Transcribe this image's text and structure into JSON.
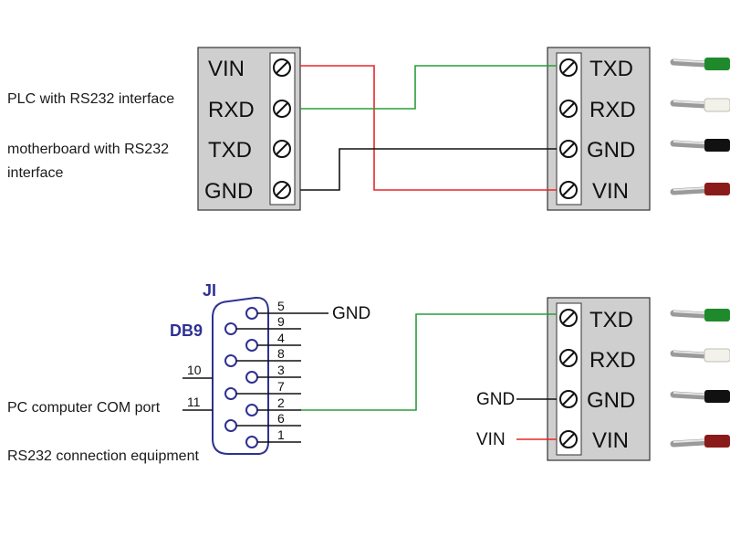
{
  "side_labels": {
    "plc": "PLC with RS232 interface",
    "motherboard": "motherboard with RS232\ninterface",
    "pc_com": "PC computer COM port",
    "rs232_equipment": "RS232 connection equipment"
  },
  "top_left_block": {
    "labels": [
      "VIN",
      "RXD",
      "TXD",
      "GND"
    ]
  },
  "top_right_block": {
    "labels": [
      "TXD",
      "RXD",
      "GND",
      "VIN"
    ]
  },
  "bottom_right_block": {
    "labels": [
      "TXD",
      "RXD",
      "GND",
      "VIN"
    ]
  },
  "db9": {
    "title": "JI",
    "type": "DB9",
    "pin_numbers": [
      "5",
      "9",
      "4",
      "8",
      "3",
      "7",
      "2",
      "6",
      "1"
    ],
    "shell_numbers": [
      "10",
      "11"
    ],
    "gnd_label": "GND"
  },
  "external_labels": {
    "gnd": "GND",
    "vin": "VIN"
  },
  "colors": {
    "red_wire": "#e8262a",
    "green_wire": "#2a9d3a",
    "black_wire": "#111111",
    "block_fill": "#cfcfcf",
    "db9_blue": "#2e3192",
    "ferrule_green": "#1f8a2c",
    "ferrule_white": "#f2f2ea",
    "ferrule_black": "#111111",
    "ferrule_red": "#8b1a1a"
  }
}
